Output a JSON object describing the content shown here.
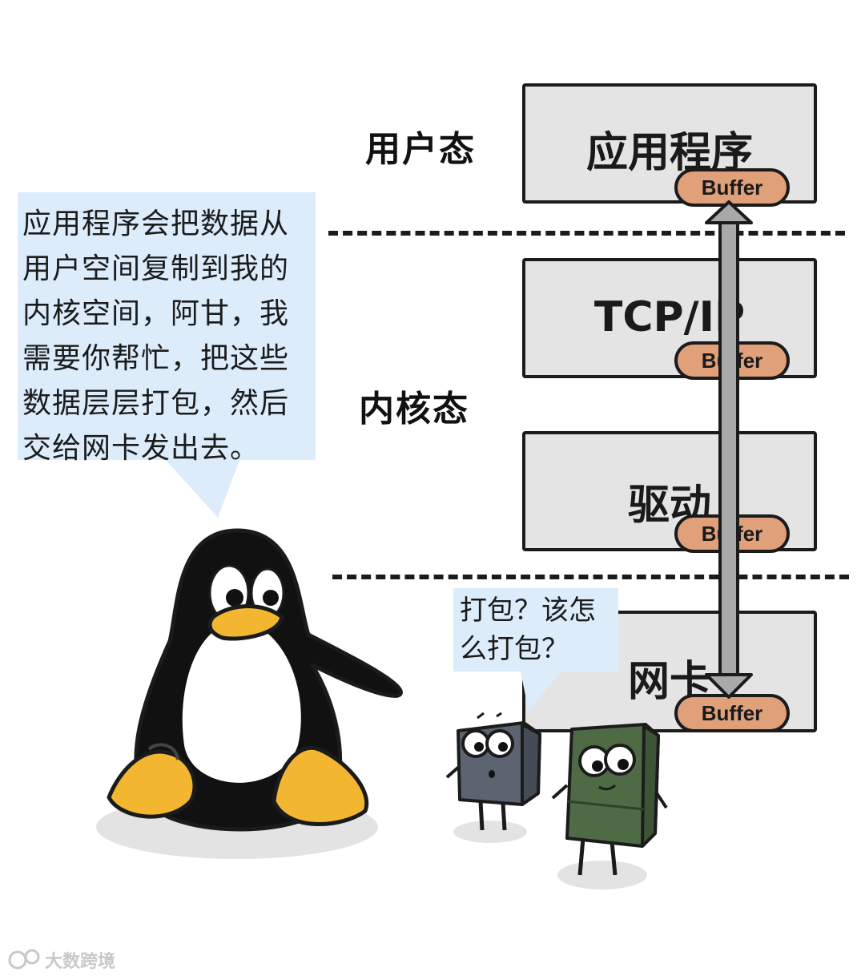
{
  "layers": {
    "user_mode": "用户态",
    "kernel_mode": "内核态"
  },
  "stack": [
    {
      "name": "应用程序",
      "buffer": "Buffer"
    },
    {
      "name": "TCP/IP",
      "buffer": "Buffer"
    },
    {
      "name": "驱动",
      "buffer": "Buffer"
    },
    {
      "name": "网卡",
      "buffer": "Buffer"
    }
  ],
  "dialogue": {
    "penguin": "应用程序会把数据从\n用户空间复制到我的\n内核空间，阿甘，我\n需要你帮忙，把这些\n数据层层打包，然后\n交给网卡发出去。",
    "blocks": "打包？该怎\n么打包？"
  },
  "watermark": "大数跨境",
  "colors": {
    "box_fill": "#e4e4e4",
    "buffer_fill": "#e0a07a",
    "bubble_fill": "#dcecfb",
    "penguin_beak": "#f2b631",
    "block_gray": "#5b6470",
    "block_green": "#4f6b45"
  }
}
